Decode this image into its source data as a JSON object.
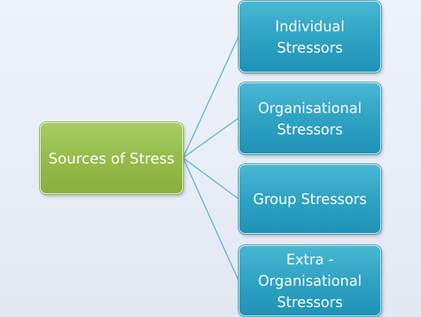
{
  "diagram": {
    "root": {
      "label": "Sources of Stress"
    },
    "children": [
      {
        "label": "Individual\nStressors"
      },
      {
        "label": "Organisational\nStressors"
      },
      {
        "label": "Group Stressors"
      },
      {
        "label": "Extra -\nOrganisational\nStressors"
      }
    ]
  },
  "colors": {
    "root_fill": "#97bd4d",
    "child_fill": "#2fa3c4",
    "connector": "#5cb8d4",
    "background": "#e8edf6"
  }
}
